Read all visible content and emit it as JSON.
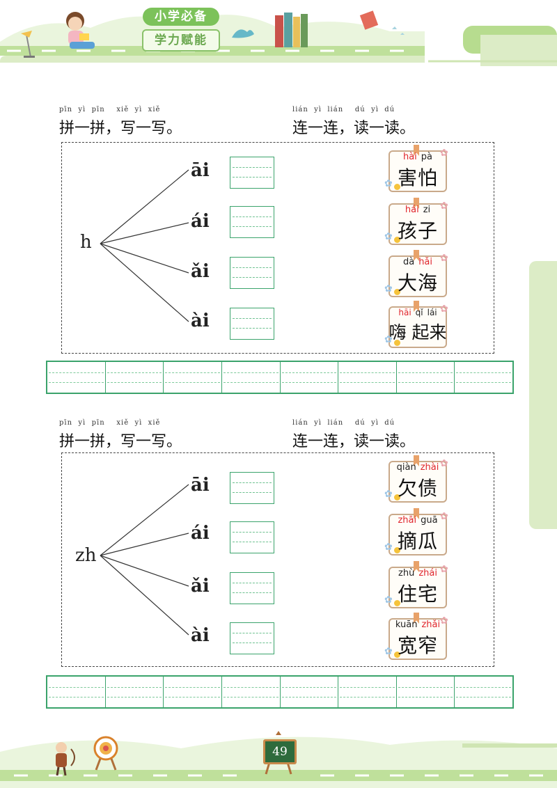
{
  "header": {
    "brand_line1": "小学必备",
    "brand_line2": "学力赋能"
  },
  "sections": [
    {
      "left_instruction": {
        "pinyin": "pīn  yì  pīn    xiě  yì  xiě",
        "text": "拼一拼，写一写。"
      },
      "right_instruction": {
        "pinyin": "lián  yì  lián    dú  yì  dú",
        "text": "连一连，读一读。"
      },
      "onset": "h",
      "rimes": [
        "āi",
        "ái",
        "ǎi",
        "ài"
      ],
      "cards": [
        {
          "pinyin": [
            {
              "t": "hài",
              "c": "red"
            },
            {
              "t": "pà",
              "c": "black"
            }
          ],
          "hanzi": "害怕"
        },
        {
          "pinyin": [
            {
              "t": "hái",
              "c": "red"
            },
            {
              "t": "zi",
              "c": "black"
            }
          ],
          "hanzi": "孩子"
        },
        {
          "pinyin": [
            {
              "t": "dà",
              "c": "black"
            },
            {
              "t": "hǎi",
              "c": "red"
            }
          ],
          "hanzi": "大海"
        },
        {
          "pinyin": [
            {
              "t": "hāi",
              "c": "red"
            },
            {
              "t": "qǐ",
              "c": "black"
            },
            {
              "t": "lái",
              "c": "black"
            }
          ],
          "hanzi": "嗨 起来"
        }
      ]
    },
    {
      "left_instruction": {
        "pinyin": "pīn  yì  pīn    xiě  yì  xiě",
        "text": "拼一拼，写一写。"
      },
      "right_instruction": {
        "pinyin": "lián  yì  lián    dú  yì  dú",
        "text": "连一连，读一读。"
      },
      "onset": "zh",
      "rimes": [
        "āi",
        "ái",
        "ǎi",
        "ài"
      ],
      "cards": [
        {
          "pinyin": [
            {
              "t": "qiàn",
              "c": "black"
            },
            {
              "t": "zhài",
              "c": "red"
            }
          ],
          "hanzi": "欠债"
        },
        {
          "pinyin": [
            {
              "t": "zhāi",
              "c": "red"
            },
            {
              "t": "guā",
              "c": "black"
            }
          ],
          "hanzi": "摘瓜"
        },
        {
          "pinyin": [
            {
              "t": "zhù",
              "c": "black"
            },
            {
              "t": "zhái",
              "c": "red"
            }
          ],
          "hanzi": "住宅"
        },
        {
          "pinyin": [
            {
              "t": "kuān",
              "c": "black"
            },
            {
              "t": "zhǎi",
              "c": "red"
            }
          ],
          "hanzi": "宽窄"
        }
      ]
    }
  ],
  "footer": {
    "page_number": "49"
  },
  "colors": {
    "accent_green": "#3aa36b",
    "header_green": "#7cc25a",
    "pinyin_red": "#e0262d"
  }
}
